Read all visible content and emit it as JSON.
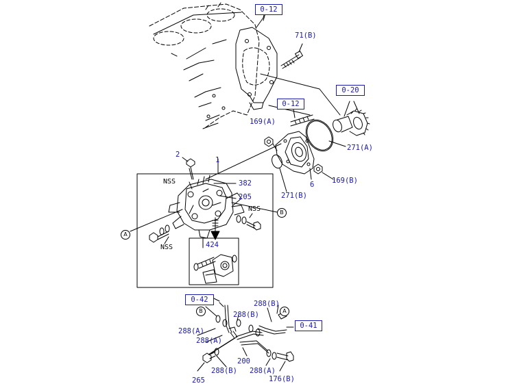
{
  "refs": {
    "r012a": "0-12",
    "r012b": "0-12",
    "r020": "0-20",
    "r042": "0-42",
    "r041": "0-41"
  },
  "labels": {
    "l71": "71(B)",
    "l169a": "169(A)",
    "l271a": "271(A)",
    "l169b": "169(B)",
    "l6": "6",
    "l271b": "271(B)",
    "l2": "2",
    "l1": "1",
    "l382": "382",
    "l205": "205",
    "l424": "424",
    "l288b_top": "288(B)",
    "l288b_mid": "288(B)",
    "l288a_left": "288(A)",
    "l288a_mid": "288(A)",
    "l200": "200",
    "l265": "265",
    "l288b_bot": "288(B)",
    "l288a_bot": "288(A)",
    "l176b": "176(B)"
  },
  "nss": {
    "n1": "NSS",
    "n2": "NSS",
    "n3": "NSS"
  },
  "markers": {
    "a1": "A",
    "a2": "A",
    "b1": "B",
    "b2": "B"
  },
  "colors": {
    "link": "#1a1aa8",
    "line": "#000000"
  }
}
